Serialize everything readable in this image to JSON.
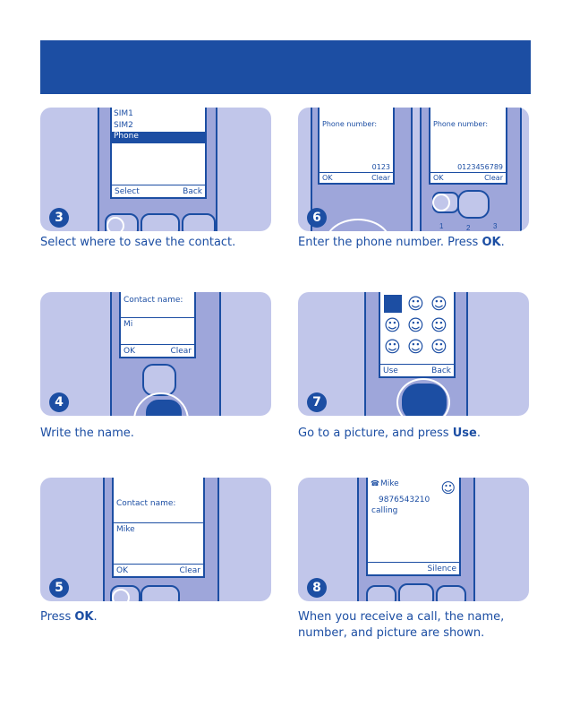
{
  "header": {
    "color": "#1c4ea3"
  },
  "colors": {
    "brand": "#1c4ea3",
    "panel": "#c1c6ea",
    "phone": "#9ea6da"
  },
  "steps": [
    {
      "number": "3",
      "caption": "Select where to save the contact.",
      "screen": {
        "menu": [
          "SIM1",
          "SIM2",
          "Phone"
        ],
        "selected": "Phone",
        "left_softkey": "Select",
        "right_softkey": "Back"
      }
    },
    {
      "number": "4",
      "caption": "Write the name.",
      "screen": {
        "label": "Contact name:",
        "value": "Mi",
        "left_softkey": "OK",
        "right_softkey": "Clear"
      }
    },
    {
      "number": "5",
      "caption_pre": "Press ",
      "caption_bold": "OK",
      "caption_post": ".",
      "screen": {
        "label": "Contact name:",
        "value": "Mike",
        "left_softkey": "OK",
        "right_softkey": "Clear"
      }
    },
    {
      "number": "6",
      "caption_pre": "Enter the phone number. Press ",
      "caption_bold": "OK",
      "caption_post": ".",
      "screen_a": {
        "label": "Phone number:",
        "value": "0123",
        "left_softkey": "OK",
        "right_softkey": "Clear"
      },
      "screen_b": {
        "label": "Phone number:",
        "value": "0123456789",
        "left_softkey": "OK",
        "right_softkey": "Clear"
      },
      "keys": [
        "1",
        "2",
        "3"
      ]
    },
    {
      "number": "7",
      "caption_pre": "Go to a picture, and press ",
      "caption_bold": "Use",
      "caption_post": ".",
      "screen": {
        "left_softkey": "Use",
        "right_softkey": "Back"
      }
    },
    {
      "number": "8",
      "caption": "When you receive a call, the name, number, and picture are shown.",
      "screen": {
        "name": "Mike",
        "number": "9876543210",
        "status": "calling",
        "right_softkey": "Silence"
      }
    }
  ]
}
